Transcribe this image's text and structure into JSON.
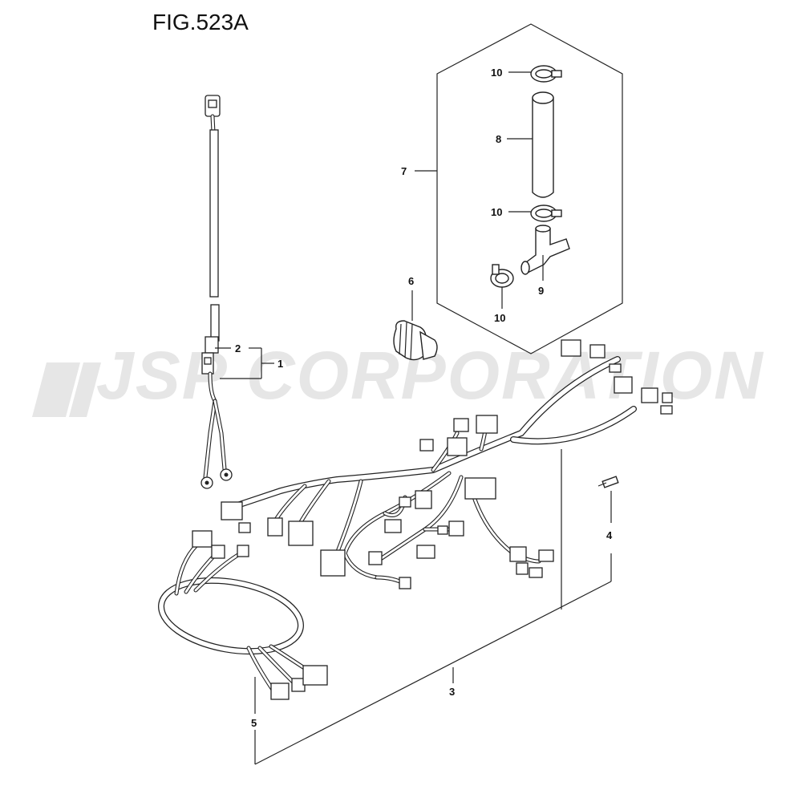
{
  "figure": {
    "title": "FIG.523A"
  },
  "watermark": {
    "text": "JSP CORPORATION",
    "logo": "JJ",
    "color": "#e6e6e6"
  },
  "callouts": [
    {
      "id": "c1",
      "label": "1"
    },
    {
      "id": "c2",
      "label": "2"
    },
    {
      "id": "c3",
      "label": "3"
    },
    {
      "id": "c4",
      "label": "4"
    },
    {
      "id": "c5",
      "label": "5"
    },
    {
      "id": "c6",
      "label": "6"
    },
    {
      "id": "c7",
      "label": "7"
    },
    {
      "id": "c8",
      "label": "8"
    },
    {
      "id": "c9",
      "label": "9"
    },
    {
      "id": "c10a",
      "label": "10"
    },
    {
      "id": "c10b",
      "label": "10"
    },
    {
      "id": "c10c",
      "label": "10"
    }
  ]
}
